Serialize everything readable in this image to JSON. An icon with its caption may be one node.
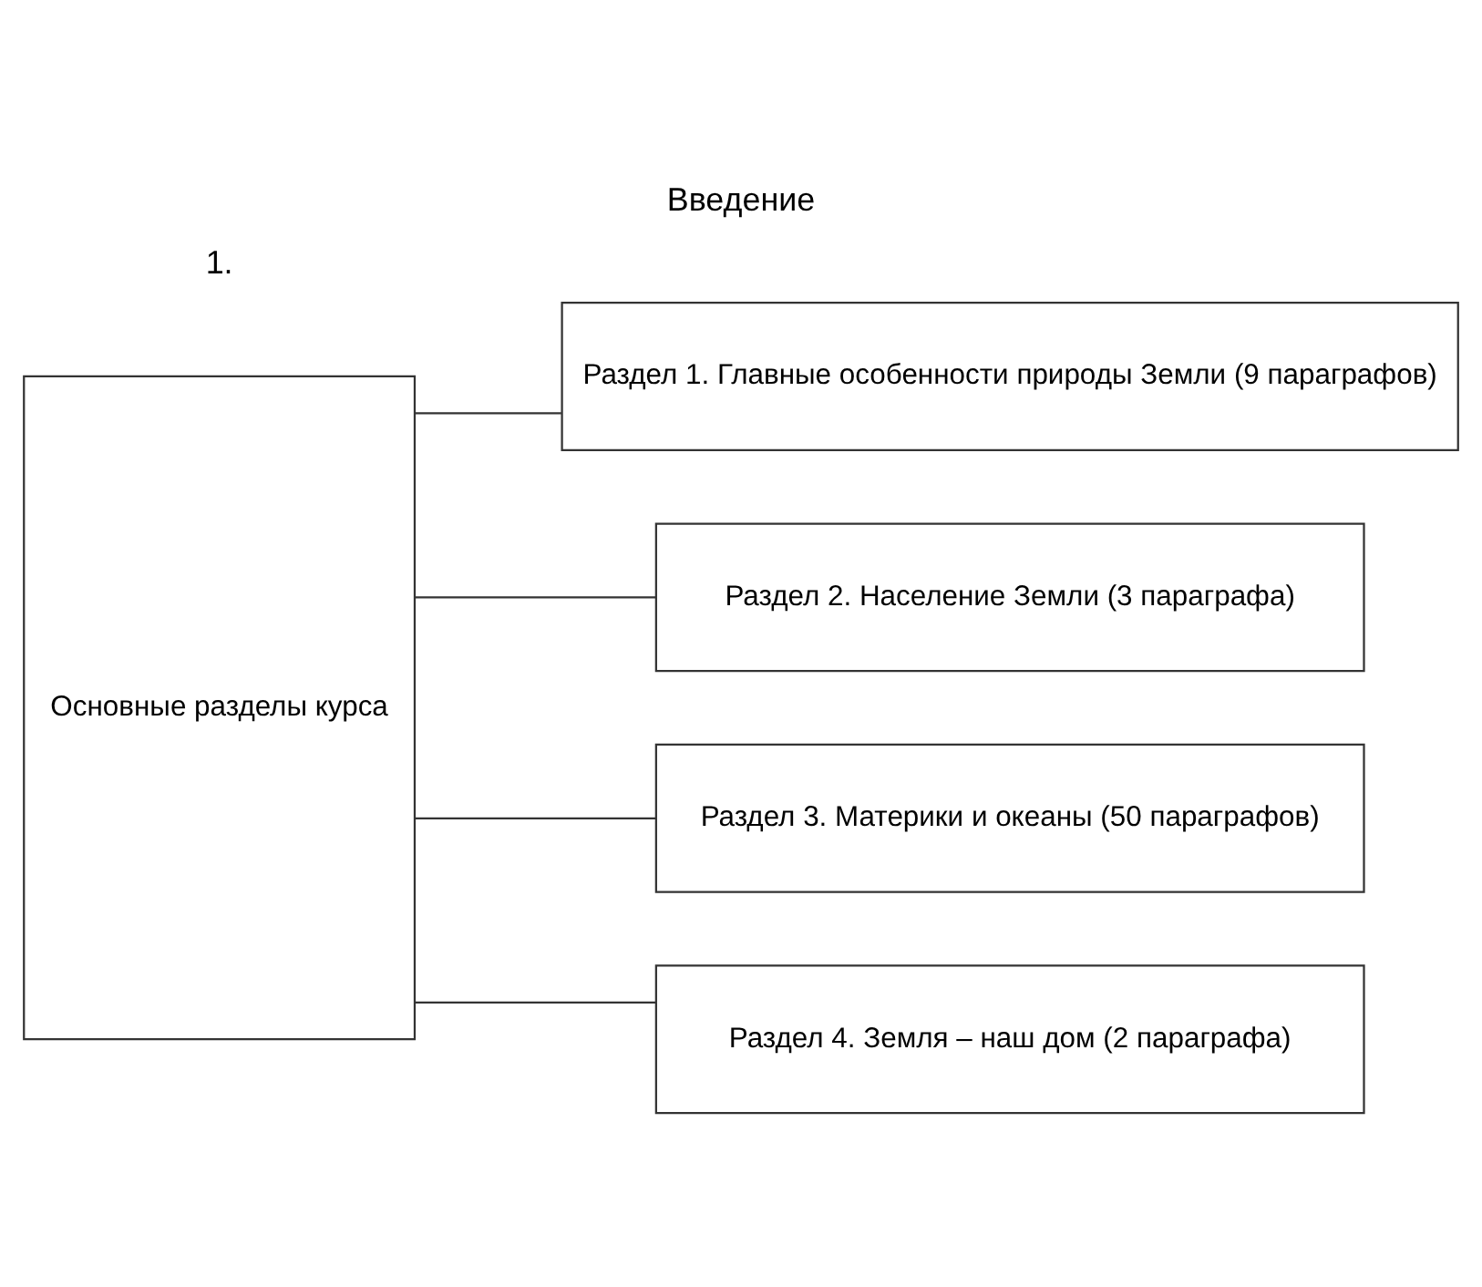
{
  "diagram": {
    "title": "Введение",
    "nodes": [
      {
        "text": [
          "Основные разделы курса"
        ]
      },
      {
        "text": [
          "Раздел 1. Главные особенности природы Земли (9 параграфов)"
        ]
      },
      {
        "text": [
          "Раздел 2. Население Земли (3 параграфа)"
        ]
      },
      {
        "text": [
          "Раздел 3. Материки и океаны (50 параграфов)"
        ]
      },
      {
        "text": [
          "Раздел 4. Земля – наш дом (2 параграфа)"
        ]
      }
    ],
    "edges": [
      {
        "from": 0,
        "to": 1,
        "arrow": "none"
      },
      {
        "from": 0,
        "to": 2,
        "arrow": "none"
      },
      {
        "from": 0,
        "to": 3,
        "arrow": "none"
      },
      {
        "from": 0,
        "to": 4,
        "arrow": "none"
      }
    ],
    "labels": [
      "1."
    ]
  }
}
